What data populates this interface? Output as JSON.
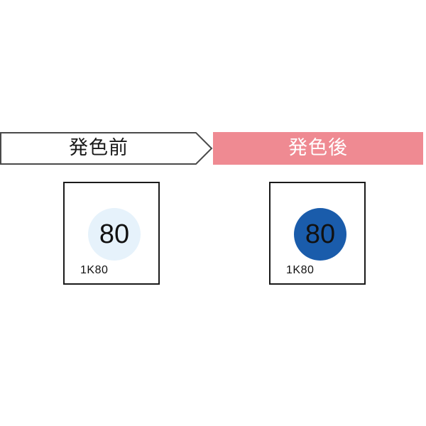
{
  "before": {
    "label": "発色前",
    "value": "80",
    "model": "1K80",
    "dot_color": "#e6f2fb"
  },
  "after": {
    "label": "発色後",
    "value": "80",
    "model": "1K80",
    "dot_color": "#1a5cab",
    "banner_color": "#ef8a92"
  }
}
